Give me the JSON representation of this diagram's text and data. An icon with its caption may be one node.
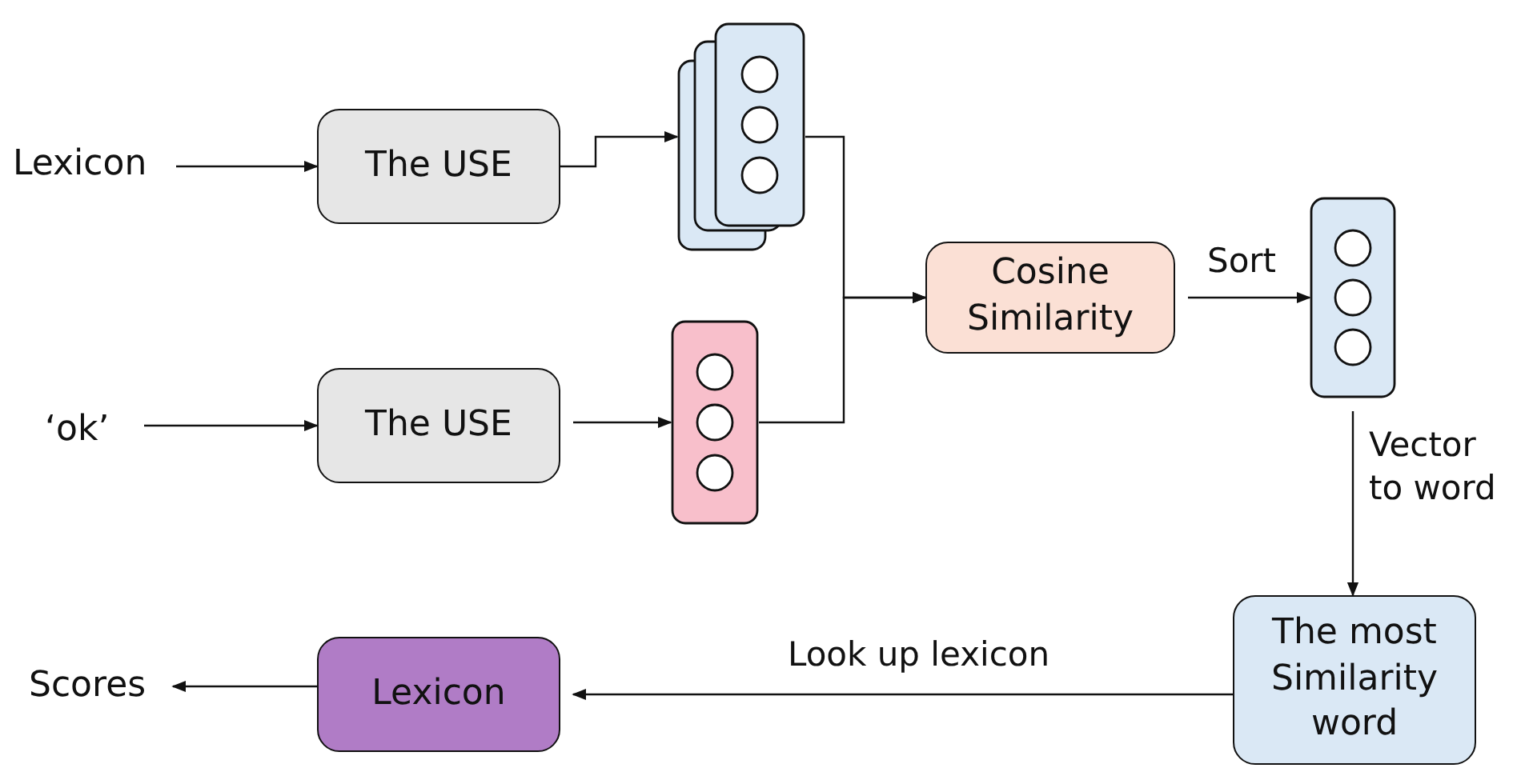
{
  "diagram": {
    "nodes": [
      {
        "text": [
          "Lexicon"
        ]
      },
      {
        "text": [
          "The USE"
        ]
      },
      {
        "text": [],
        "shape": "stacked-vector"
      },
      {
        "text": [
          "‘ok’"
        ]
      },
      {
        "text": [
          "The USE"
        ]
      },
      {
        "text": [],
        "shape": "vector"
      },
      {
        "text": [
          "Cosine Similarity"
        ]
      },
      {
        "text": [],
        "shape": "vector"
      },
      {
        "text": [
          "The most Similarity word"
        ]
      },
      {
        "text": [
          "Lexicon"
        ]
      },
      {
        "text": [
          "Scores"
        ]
      }
    ],
    "edges": [
      {
        "from": 0,
        "to": 1,
        "arrow": "to"
      },
      {
        "from": 1,
        "to": 2,
        "arrow": "to"
      },
      {
        "from": 3,
        "to": 4,
        "arrow": "to"
      },
      {
        "from": 4,
        "to": 5,
        "arrow": "to"
      },
      {
        "from": 2,
        "to": 6,
        "arrow": "to"
      },
      {
        "from": 5,
        "to": 6,
        "arrow": "to"
      },
      {
        "from": 6,
        "to": 7,
        "label": "Sort",
        "arrow": "to"
      },
      {
        "from": 7,
        "to": 8,
        "label": "Vector to word",
        "arrow": "to"
      },
      {
        "from": 8,
        "to": 9,
        "label": "Look up lexicon",
        "arrow": "to"
      },
      {
        "from": 9,
        "to": 10,
        "arrow": "to"
      }
    ]
  }
}
